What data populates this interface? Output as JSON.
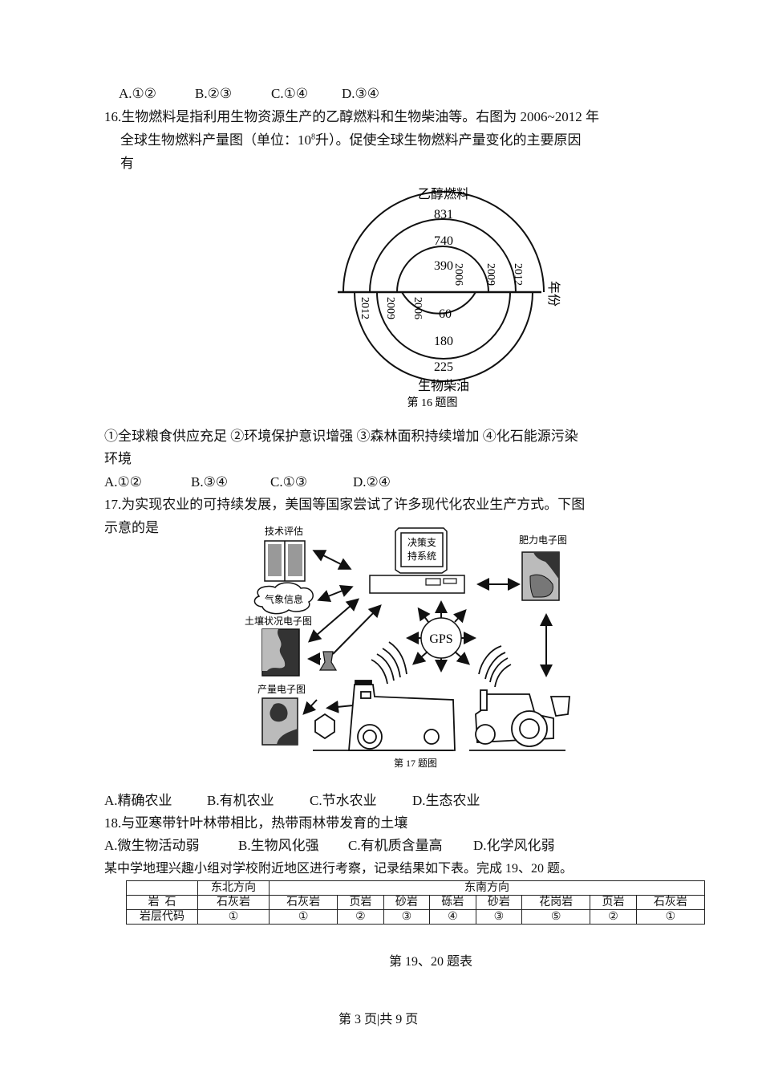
{
  "q15_options": [
    "A.①②",
    "B.②③",
    "C.①④",
    "D.③④"
  ],
  "q16": {
    "line1": "16.生物燃料是指利用生物资源生产的乙醇燃料和生物柴油等。右图为 2006~2012 年",
    "line2_a": "全球生物燃料产量图（单位：10",
    "line2_sup": "8",
    "line2_b": "升）。促使全球生物燃料产量变化的主要原因",
    "line3": "有",
    "statements_line1": "①全球粮食供应充足  ②环境保护意识增强  ③森林面积持续增加  ④化石能源污染",
    "statements_line2": "环境",
    "options": [
      "A.①②",
      "B.③④",
      "C.①③",
      "D.②④"
    ]
  },
  "chart_data": {
    "type": "semicircle-rings",
    "title_top": "乙醇燃料",
    "title_bottom": "生物柴油",
    "axis_label": "年份",
    "caption": "第 16 题图",
    "unit": "10^8 升",
    "years": [
      "2006",
      "2009",
      "2012"
    ],
    "series": [
      {
        "name": "乙醇燃料",
        "values": [
          390,
          740,
          831
        ]
      },
      {
        "name": "生物柴油",
        "values": [
          60,
          180,
          225
        ]
      }
    ]
  },
  "q17": {
    "line1": "17.为实现农业的可持续发展，美国等国家尝试了许多现代化农业生产方式。下图",
    "line2": "示意的是",
    "diagram": {
      "tech_eval": "技术评估",
      "weather": "气象信息",
      "soil_map": "土壤状况电子图",
      "yield_map": "产量电子图",
      "decision_line1": "决策支",
      "decision_line2": "持系统",
      "fertility_map": "肥力电子图",
      "gps": "GPS"
    },
    "caption": "第 17 题图",
    "options": [
      "A.精确农业",
      "B.有机农业",
      "C.节水农业",
      "D.生态农业"
    ]
  },
  "q18": {
    "stem": "18.与亚寒带针叶林带相比，热带雨林带发育的土壤",
    "options": [
      "A.微生物活动弱",
      "B.生物风化强",
      "C.有机质含量高",
      "D.化学风化弱"
    ]
  },
  "q19_20": {
    "intro": "某中学地理兴趣小组对学校附近地区进行考察，记录结果如下表。完成 19、20 题。",
    "table": {
      "header_ne": "东北方向",
      "header_se": "东南方向",
      "row_rock_label": "岩  石",
      "row_code_label": "岩层代码",
      "rocks": [
        "石灰岩",
        "石灰岩",
        "页岩",
        "砂岩",
        "砾岩",
        "砂岩",
        "花岗岩",
        "页岩",
        "石灰岩"
      ],
      "codes": [
        "①",
        "①",
        "②",
        "③",
        "④",
        "③",
        "⑤",
        "②",
        "①"
      ]
    },
    "caption": "第 19、20 题表"
  },
  "footer": "第 3 页|共 9 页"
}
